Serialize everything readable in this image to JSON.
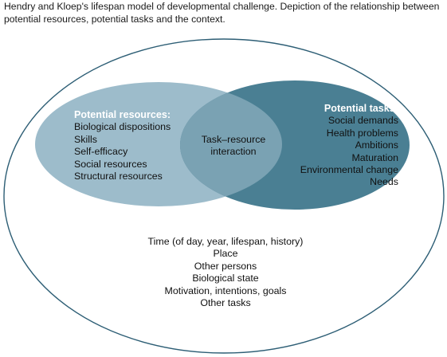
{
  "caption": "Hendry and Kloep's lifespan model of developmental challenge. Depiction of the relationship between potential resources, potential tasks and the context.",
  "resources": {
    "heading": "Potential resources:",
    "items": [
      "Biological dispositions",
      "Skills",
      "Self-efficacy",
      "Social resources",
      "Structural resources"
    ]
  },
  "tasks": {
    "heading": "Potential tasks:",
    "items": [
      "Social demands",
      "Health problems",
      "Ambitions",
      "Maturation",
      "Environmental change",
      "Needs"
    ]
  },
  "interaction": [
    "Task–resource",
    "interaction"
  ],
  "context": [
    "Time (of day, year, lifespan, history)",
    "Place",
    "Other persons",
    "Biological state",
    "Motivation, intentions, goals",
    "Other tasks"
  ],
  "colors": {
    "resources_fill": "#9dbccb",
    "tasks_fill": "#4a7f93",
    "overlap_fill": "#7aa2b3",
    "outline": "#2d5e75"
  }
}
